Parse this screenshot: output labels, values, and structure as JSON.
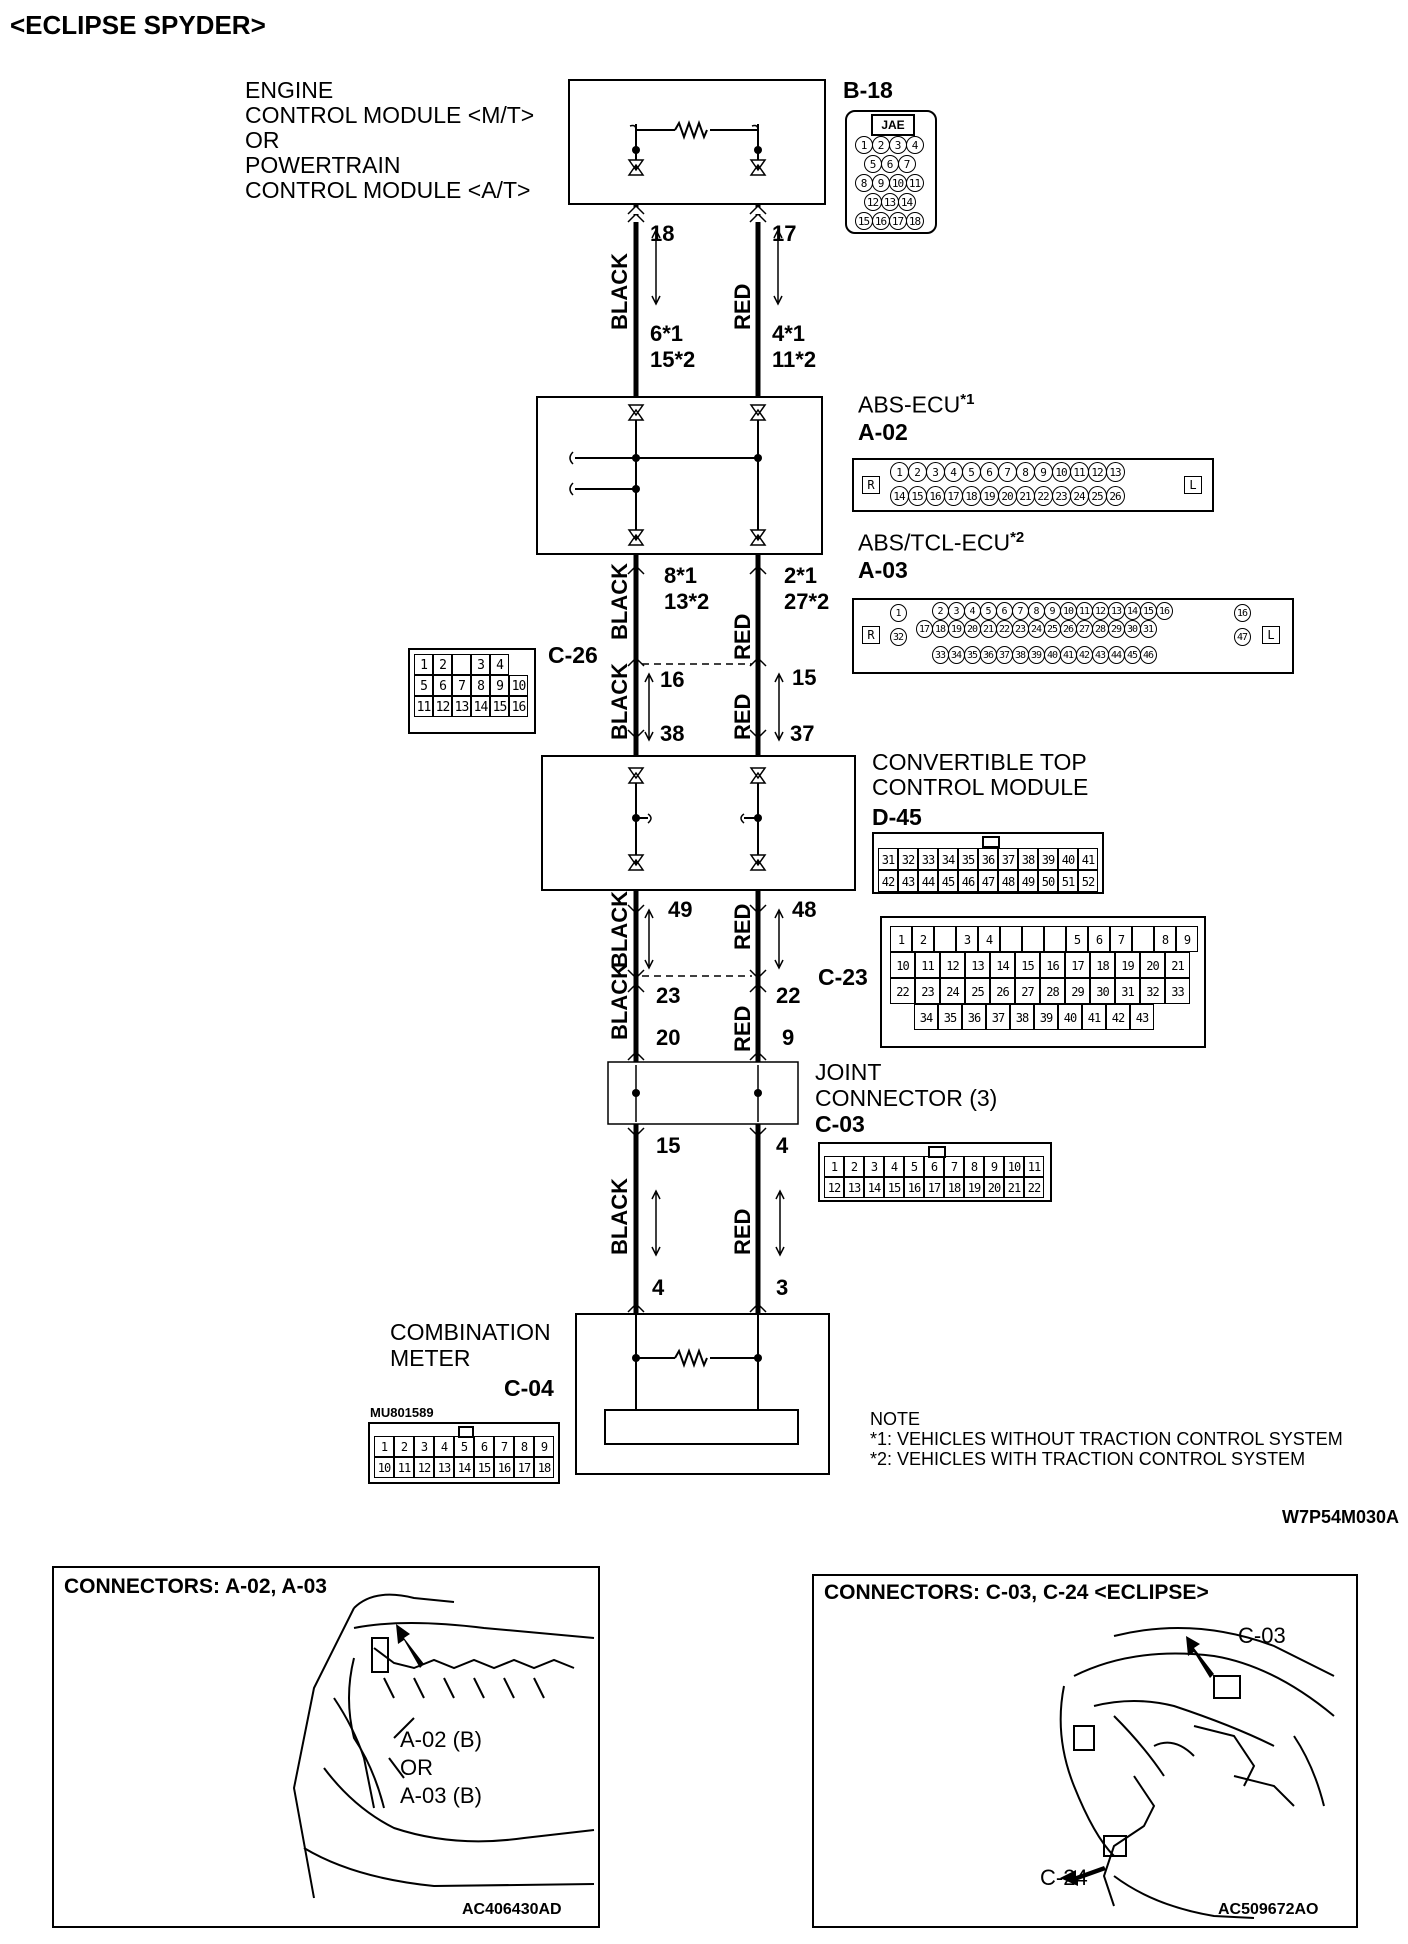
{
  "page_title": "<ECLIPSE SPYDER>",
  "diagram_code": "W7P54M030A",
  "components": {
    "ecm": {
      "line1": "ENGINE",
      "line2": "CONTROL MODULE <M/T>",
      "line3": "OR",
      "line4": "POWERTRAIN",
      "line5": "CONTROL MODULE <A/T>",
      "code": "B-18",
      "connector_label": "JAE"
    },
    "abs_ecu": {
      "name": "ABS-ECU",
      "note": "*1",
      "code": "A-02"
    },
    "abs_tcl_ecu": {
      "name": "ABS/TCL-ECU",
      "note": "*2",
      "code": "A-03"
    },
    "convertible": {
      "line1": "CONVERTIBLE TOP",
      "line2": "CONTROL MODULE",
      "code": "D-45"
    },
    "joint": {
      "line1": "JOINT",
      "line2": "CONNECTOR (3)",
      "code": "C-03"
    },
    "meter": {
      "line1": "COMBINATION",
      "line2": "METER",
      "code": "C-04",
      "part_no": "MU801589"
    },
    "c26": {
      "code": "C-26"
    },
    "c23": {
      "code": "C-23"
    }
  },
  "wires": {
    "left_color": "BLACK",
    "right_color": "RED"
  },
  "pins": {
    "ecm_left": "18",
    "ecm_right": "17",
    "abs_top_left_1": "6*1",
    "abs_top_left_2": "15*2",
    "abs_top_right_1": "4*1",
    "abs_top_right_2": "11*2",
    "abs_bot_left_1": "8*1",
    "abs_bot_left_2": "13*2",
    "abs_bot_right_1": "2*1",
    "abs_bot_right_2": "27*2",
    "c26_left": "16",
    "c26_right": "15",
    "d45_top_left": "38",
    "d45_top_right": "37",
    "d45_bot_left": "49",
    "d45_bot_right": "48",
    "c23_left": "23",
    "c23_right": "22",
    "c03_top_left": "20",
    "c03_top_right": "9",
    "c03_bot_left": "15",
    "c03_bot_right": "4",
    "c04_left": "4",
    "c04_right": "3"
  },
  "notes": {
    "title": "NOTE",
    "n1": "*1: VEHICLES WITHOUT TRACTION CONTROL SYSTEM",
    "n2": "*2: VEHICLES WITH TRACTION CONTROL SYSTEM"
  },
  "connector_pins": {
    "b18": [
      "1",
      "2",
      "3",
      "4",
      "5",
      "6",
      "7",
      "8",
      "9",
      "10",
      "11",
      "12",
      "13",
      "14",
      "15",
      "16",
      "17",
      "18"
    ],
    "a02_row1": [
      "1",
      "2",
      "3",
      "4",
      "5",
      "6",
      "7",
      "8",
      "9",
      "10",
      "11",
      "12",
      "13"
    ],
    "a02_row2": [
      "14",
      "15",
      "16",
      "17",
      "18",
      "19",
      "20",
      "21",
      "22",
      "23",
      "24",
      "25",
      "26"
    ],
    "a03_row1": [
      "1",
      "2",
      "3",
      "4",
      "5",
      "6",
      "7",
      "8",
      "9",
      "10",
      "11",
      "12",
      "13",
      "14",
      "15",
      "16"
    ],
    "a03_row2": [
      "32",
      "17",
      "18",
      "19",
      "20",
      "21",
      "22",
      "23",
      "24",
      "25",
      "26",
      "27",
      "28",
      "29",
      "30",
      "31",
      "47"
    ],
    "a03_row3": [
      "33",
      "34",
      "35",
      "36",
      "37",
      "38",
      "39",
      "40",
      "41",
      "42",
      "43",
      "44",
      "45",
      "46"
    ],
    "c26_row1": [
      "1",
      "2",
      "",
      "3",
      "4"
    ],
    "c26_row2": [
      "5",
      "6",
      "7",
      "8",
      "9",
      "10"
    ],
    "c26_row3": [
      "11",
      "12",
      "13",
      "14",
      "15",
      "16"
    ],
    "d45_row1": [
      "31",
      "32",
      "33",
      "34",
      "35",
      "36",
      "37",
      "38",
      "39",
      "40",
      "41"
    ],
    "d45_row2": [
      "42",
      "43",
      "44",
      "45",
      "46",
      "47",
      "48",
      "49",
      "50",
      "51",
      "52"
    ],
    "c03_row1": [
      "1",
      "2",
      "3",
      "4",
      "5",
      "6",
      "7",
      "8",
      "9",
      "10",
      "11"
    ],
    "c03_row2": [
      "12",
      "13",
      "14",
      "15",
      "16",
      "17",
      "18",
      "19",
      "20",
      "21",
      "22"
    ],
    "c04_row1": [
      "1",
      "2",
      "3",
      "4",
      "5",
      "6",
      "7",
      "8",
      "9"
    ],
    "c04_row2": [
      "10",
      "11",
      "12",
      "13",
      "14",
      "15",
      "16",
      "17",
      "18"
    ],
    "c23_rows": [
      [
        "1",
        "2",
        "",
        "3",
        "4",
        "",
        "",
        "",
        "5",
        "6",
        "7",
        "",
        "8",
        "9"
      ],
      [
        "10",
        "11",
        "12",
        "13",
        "14",
        "15",
        "16",
        "17",
        "18",
        "19",
        "20",
        "21"
      ],
      [
        "22",
        "23",
        "24",
        "25",
        "26",
        "27",
        "28",
        "29",
        "30",
        "31",
        "32",
        "33"
      ],
      [
        "34",
        "35",
        "36",
        "37",
        "38",
        "39",
        "40",
        "41",
        "42",
        "43"
      ]
    ],
    "rl": {
      "r": "R",
      "l": "L"
    }
  },
  "panels": {
    "left": {
      "title": "CONNECTORS: A-02, A-03",
      "label1": "A-02 (B)",
      "label2": "OR",
      "label3": "A-03 (B)",
      "code": "AC406430AD"
    },
    "right": {
      "title": "CONNECTORS: C-03, C-24 <ECLIPSE>",
      "label_c03": "C-03",
      "label_c24": "C-24",
      "code": "AC509672AO"
    }
  }
}
